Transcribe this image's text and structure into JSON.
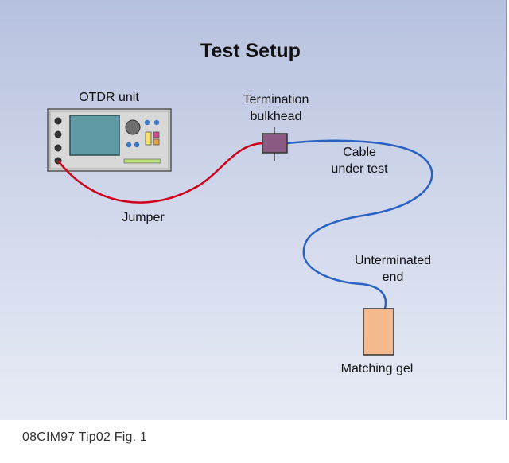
{
  "title": "Test Setup",
  "labels": {
    "otdr": "OTDR unit",
    "termination_line1": "Termination",
    "termination_line2": "bulkhead",
    "cable_line1": "Cable",
    "cable_line2": "under test",
    "jumper": "Jumper",
    "unterminated_line1": "Unterminated",
    "unterminated_line2": "end",
    "matching_gel": "Matching gel"
  },
  "caption": "08CIM97 Tip02 Fig. 1",
  "colors": {
    "jumper": "#d0021b",
    "cable": "#2a62c4",
    "screen": "#5f9aa5",
    "bulkhead": "#8a5a83",
    "gel": "#f5b98e"
  }
}
